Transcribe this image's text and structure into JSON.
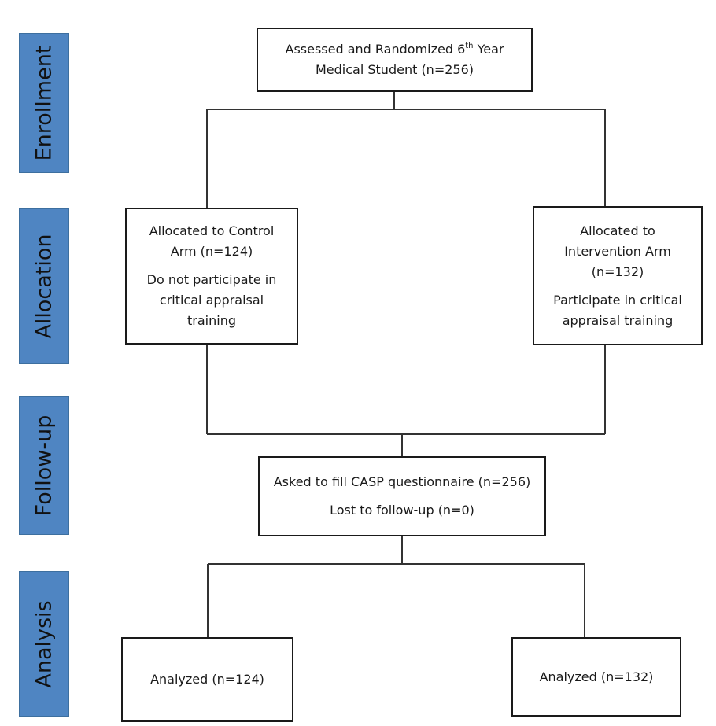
{
  "stages": {
    "enrollment": "Enrollment",
    "allocation": "Allocation",
    "followup": "Follow-up",
    "analysis": "Analysis"
  },
  "enrollment_box": {
    "line1_pre": "Assessed and Randomized 6",
    "line1_sup": "th",
    "line1_post": " Year",
    "line2": "Medical Student (n=256)"
  },
  "control_box": {
    "line1": "Allocated to Control",
    "line2": "Arm (n=124)",
    "line3": "Do not participate in",
    "line4": "critical appraisal",
    "line5": "training"
  },
  "intervention_box": {
    "line1": "Allocated to",
    "line2": "Intervention Arm",
    "line3": "(n=132)",
    "line4": "Participate in critical",
    "line5": "appraisal training"
  },
  "followup_box": {
    "line1": "Asked to fill CASP questionnaire (n=256)",
    "line2": "Lost to follow-up (n=0)"
  },
  "analysis_left": {
    "label": "Analyzed (n=124)"
  },
  "analysis_right": {
    "label": "Analyzed (n=132)"
  }
}
